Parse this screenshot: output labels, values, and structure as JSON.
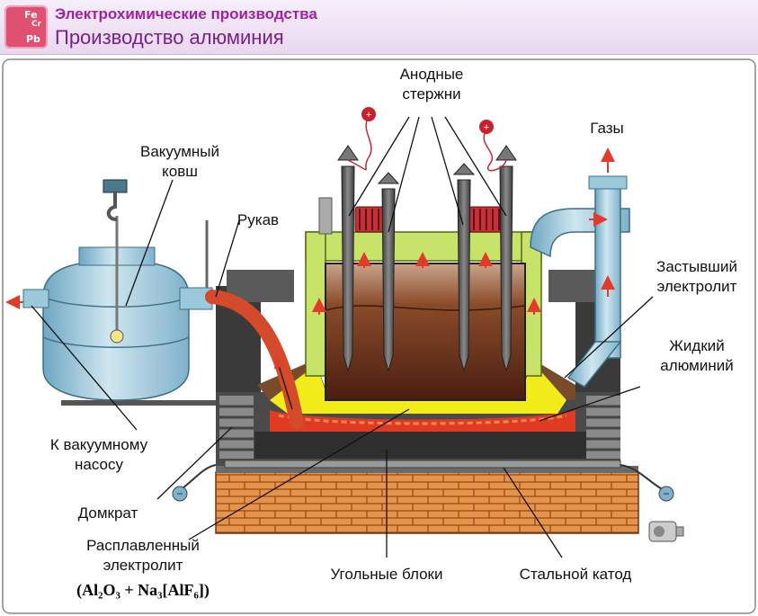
{
  "header": {
    "subtitle": "Электрохимические производства",
    "title": "Производство алюминия",
    "logo": {
      "symbols": [
        "Fe",
        "Cr",
        "Pb"
      ],
      "icon": "chemistry-logo-icon"
    }
  },
  "labels": {
    "anode_rods": [
      "Анодные",
      "стержни"
    ],
    "gases": "Газы",
    "vacuum_ladle": [
      "Вакуумный",
      "ковш"
    ],
    "sleeve": "Рукав",
    "frozen_electrolyte": [
      "Застывший",
      "электролит"
    ],
    "liquid_aluminum": [
      "Жидкий",
      "алюминий"
    ],
    "to_vacuum_pump": [
      "К вакуумному",
      "насосу"
    ],
    "jack": "Домкрат",
    "molten_electrolyte": [
      "Расплавленный",
      "электролит"
    ],
    "formula": "(Al₂O₃ + Na₃[AlF₆])",
    "carbon_blocks": "Угольные блоки",
    "steel_cathode": "Стальной катод"
  },
  "electrodes": {
    "plus": "+",
    "minus": "−"
  },
  "colors": {
    "accent": "#a21fa8",
    "brick": "#e8934a",
    "electrolyte_yellow": "#f2ec1a",
    "molten_red": "#e03a22",
    "anode_grey": "#5b5b5b",
    "ladle_blue": "#9cc8dc"
  }
}
